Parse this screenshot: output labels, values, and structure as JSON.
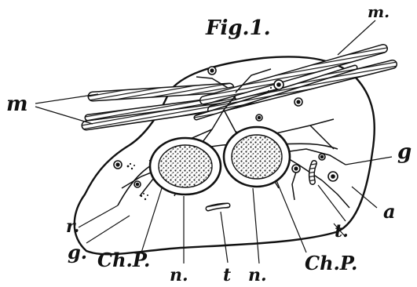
{
  "figure": {
    "title": "Fig.1.",
    "labels": {
      "m_top": "m.",
      "m_left": "m",
      "g_right": "g",
      "r": "r.",
      "g_left": "g.",
      "a": "a",
      "t_right": "t.",
      "chp_left": "Ch.P.",
      "chp_right": "Ch.P.",
      "n_left": "n.",
      "t_bottom": "t",
      "n_right": "n."
    }
  },
  "colors": {
    "ink": "#111111",
    "paper": "#ffffff"
  }
}
